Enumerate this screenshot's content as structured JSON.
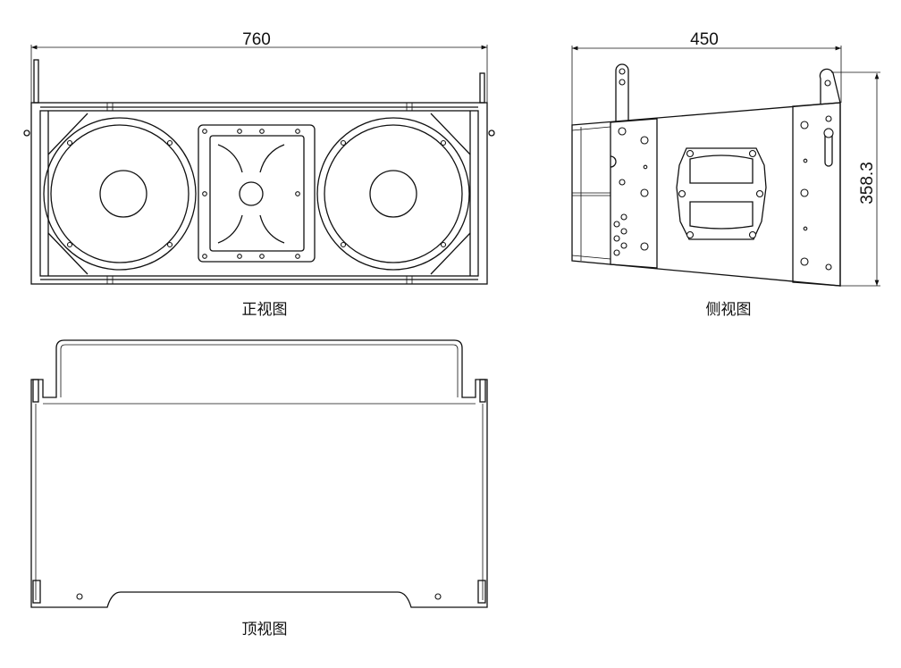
{
  "front_view": {
    "label": "正视图",
    "width_dimension": "760"
  },
  "side_view": {
    "label": "侧视图",
    "depth_dimension": "450",
    "height_dimension": "358.3"
  },
  "top_view": {
    "label": "顶视图"
  },
  "colors": {
    "line": "#111111",
    "background": "#ffffff"
  }
}
